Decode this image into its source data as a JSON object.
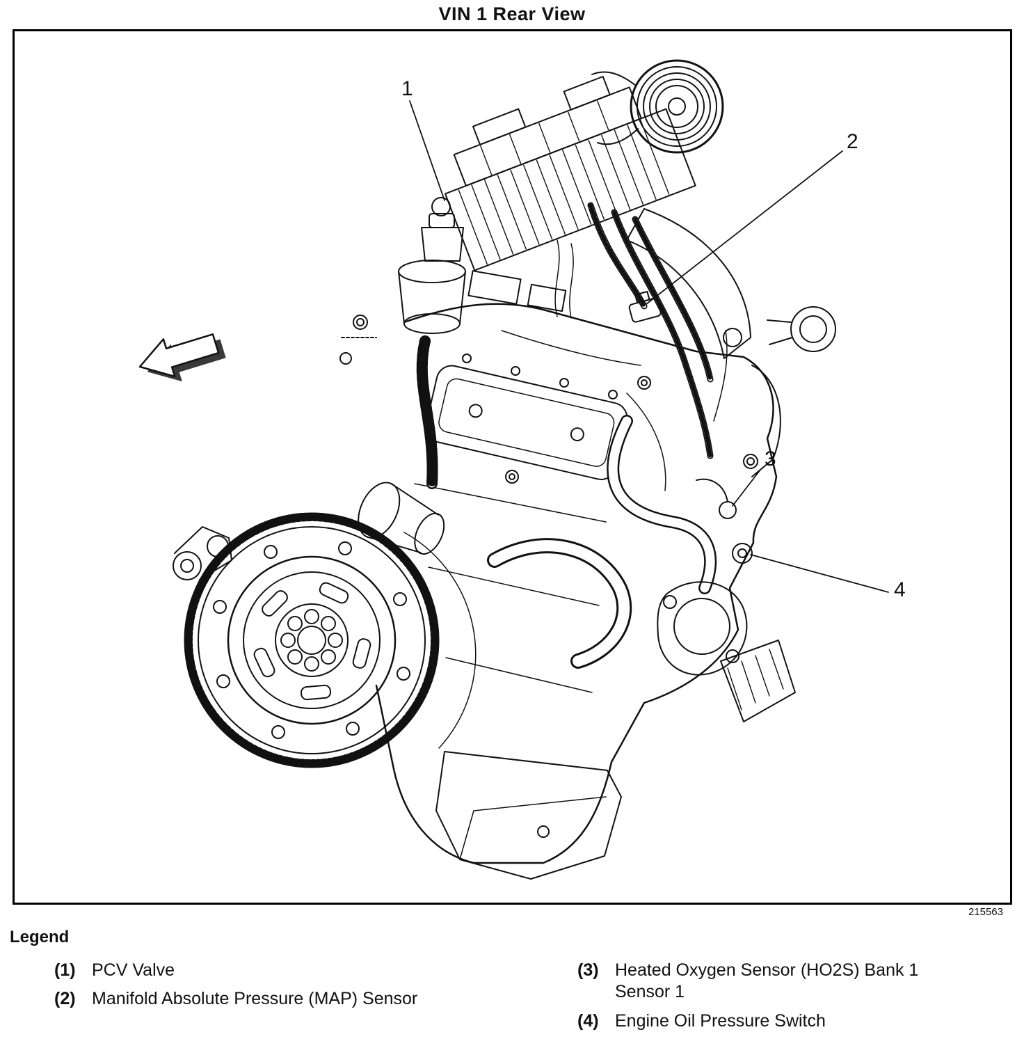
{
  "page": {
    "title": "VIN 1 Rear View",
    "figure_number": "215563"
  },
  "colors": {
    "line": "#111111",
    "background": "#ffffff"
  },
  "callouts": [
    {
      "label": "1"
    },
    {
      "label": "2"
    },
    {
      "label": "3"
    },
    {
      "label": "4"
    }
  ],
  "legend": {
    "heading": "Legend",
    "items": [
      {
        "num": "(1)",
        "label": "PCV Valve"
      },
      {
        "num": "(2)",
        "label": "Manifold Absolute Pressure (MAP) Sensor"
      },
      {
        "num": "(3)",
        "label": "Heated Oxygen Sensor (HO2S) Bank 1 Sensor 1"
      },
      {
        "num": "(4)",
        "label": "Engine Oil Pressure Switch"
      }
    ]
  }
}
